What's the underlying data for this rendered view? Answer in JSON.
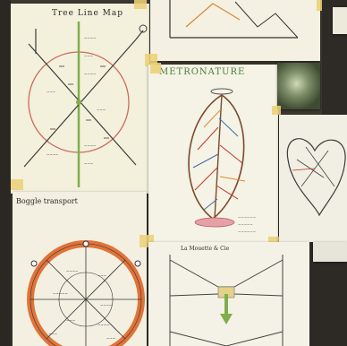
{
  "papers": {
    "top_left_title": "Tree Line Map",
    "middle_title": "METRONATURE",
    "bottom_left_title": "Boggle transport",
    "bottom_middle_title": "La Mouette & Cie"
  },
  "colors": {
    "wall": "#3d3831",
    "paper": "#f4f0e2",
    "tape": "#ecd078",
    "orange_ring": "#e0733a",
    "green_line": "#6aa84f",
    "red_circle": "#c96b5c"
  }
}
